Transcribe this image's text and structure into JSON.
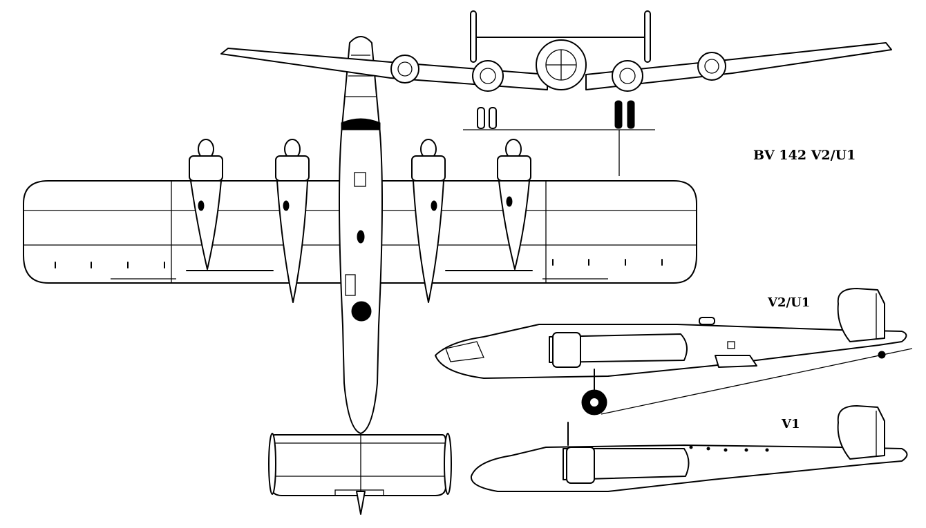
{
  "labels": {
    "title": "BV 142 V2/U1",
    "side_view_top": "V2/U1",
    "side_view_bottom": "V1"
  },
  "views": [
    "plan-view",
    "front-view",
    "side-view-v2u1",
    "side-view-v1"
  ],
  "colors": {
    "ink": "#000000",
    "paper": "#ffffff"
  }
}
